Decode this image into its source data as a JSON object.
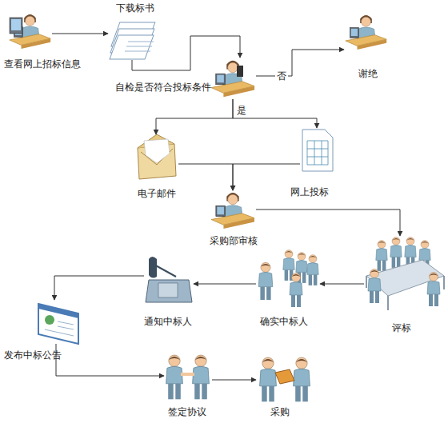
{
  "diagram": {
    "nodes": [
      {
        "text": [
          "查看网上招标信息"
        ]
      },
      {
        "text": [
          "下载标书"
        ]
      },
      {
        "text": [
          "自检是否符合投标条件"
        ]
      },
      {
        "text": [
          "谢绝"
        ]
      },
      {
        "text": [
          "电子邮件"
        ]
      },
      {
        "text": [
          "网上投标"
        ]
      },
      {
        "text": [
          "采购部审核"
        ]
      },
      {
        "text": [
          "评标"
        ]
      },
      {
        "text": [
          "确实中标人"
        ]
      },
      {
        "text": [
          "通知中标人"
        ]
      },
      {
        "text": [
          "发布中标公告"
        ]
      },
      {
        "text": [
          "签定协议"
        ]
      },
      {
        "text": [
          "采购"
        ]
      }
    ],
    "edges": [
      {
        "from": 0,
        "to": 1,
        "arrow": "to"
      },
      {
        "from": 1,
        "to": 2,
        "arrow": "to"
      },
      {
        "from": 2,
        "to": 3,
        "label": "否",
        "arrow": "to"
      },
      {
        "from": 2,
        "to": 4,
        "label": "是",
        "arrow": "to"
      },
      {
        "from": 2,
        "to": 5,
        "arrow": "to"
      },
      {
        "from": 4,
        "to": 6,
        "arrow": "to"
      },
      {
        "from": 5,
        "to": 6,
        "arrow": "to"
      },
      {
        "from": 6,
        "to": 7,
        "arrow": "to"
      },
      {
        "from": 7,
        "to": 8,
        "arrow": "to"
      },
      {
        "from": 8,
        "to": 9,
        "arrow": "to"
      },
      {
        "from": 9,
        "to": 10,
        "arrow": "to"
      },
      {
        "from": 10,
        "to": 11,
        "arrow": "to"
      },
      {
        "from": 11,
        "to": 12,
        "arrow": "to"
      }
    ]
  }
}
